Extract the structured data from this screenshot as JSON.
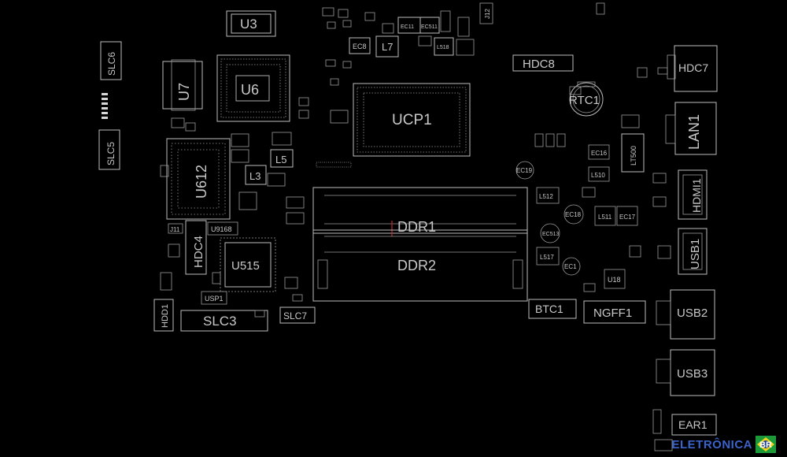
{
  "labels": {
    "U3": "U3",
    "U7": "U7",
    "U6": "U6",
    "U612": "U612",
    "SLC6": "SLC6",
    "SLC5": "SLC5",
    "UCP1": "UCP1",
    "HDC8": "HDC8",
    "HDC7": "HDC7",
    "RTC1": "RTC1",
    "LAN1": "LAN1",
    "HDMI1": "HDMI1",
    "USB1": "USB1",
    "USB2": "USB2",
    "USB3": "USB3",
    "EAR1": "EAR1",
    "DDR1": "DDR1",
    "DDR2": "DDR2",
    "U515": "U515",
    "HDC4": "HDC4",
    "SLC3": "SLC3",
    "SLC7": "SLC7",
    "HDD1": "HDD1",
    "USP1": "USP1",
    "BTC1": "BTC1",
    "NGFF1": "NGFF1",
    "L7": "L7",
    "L5": "L5",
    "L3": "L3",
    "EC8": "EC8",
    "EC11": "EC11",
    "EC511": "EC511",
    "L518": "L518",
    "J12": "J12",
    "EC19": "EC19",
    "EC18": "EC18",
    "EC17": "EC17",
    "L511": "L511",
    "L510": "L510",
    "L512": "L512",
    "L517": "L517",
    "EC16": "EC16",
    "EC513": "EC513",
    "EC1": "EC1",
    "U18": "U18",
    "LT500": "LT500",
    "U9168": "U9168",
    "J11": "J11"
  },
  "watermark": {
    "text": "ELETRÔNICA",
    "badge": "BR"
  }
}
